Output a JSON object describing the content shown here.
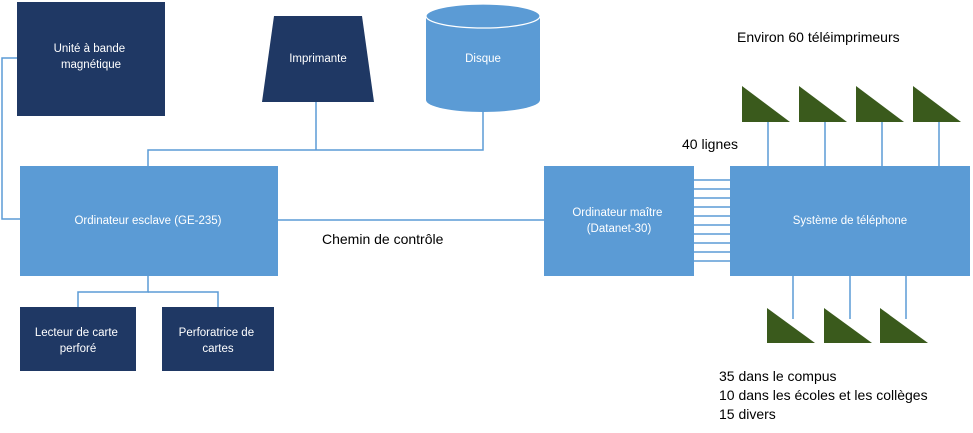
{
  "colors": {
    "dark_box": "#1f3864",
    "light_box": "#5b9bd5",
    "line": "#5b9bd5",
    "terminal": "#3a5a1c",
    "text_dark": "#000000",
    "text_light": "#ffffff"
  },
  "nodes": {
    "tape": "Unité à bande magnétique",
    "printer": "Imprimante",
    "disk": "Disque",
    "slave": "Ordinateur esclave (GE-235)",
    "master_line1": "Ordinateur maître",
    "master_line2": "(Datanet-30)",
    "phone": "Système de téléphone",
    "card_reader": "Lecteur de carte perforé",
    "card_punch": "Perforatrice de cartes"
  },
  "labels": {
    "teleprinters": "Environ 60 téléimprimeurs",
    "lines": "40 lignes",
    "control_path": "Chemin de contrôle",
    "campus": "35 dans le compus",
    "schools": "10 dans les écoles et les collèges",
    "misc": "15 divers"
  },
  "terminals": {
    "top_count": 4,
    "bottom_count": 3,
    "icon": "teleprinter-triangle-icon"
  }
}
